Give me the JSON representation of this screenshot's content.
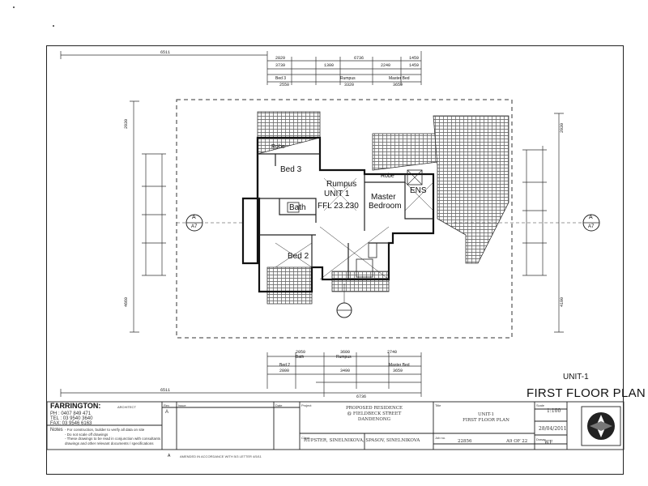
{
  "sheet": {
    "unit_label": "UNIT-1",
    "title": "FIRST FLOOR PLAN",
    "section_marks": [
      "A",
      "A"
    ],
    "section_sub": [
      "A7",
      "A7"
    ]
  },
  "rooms": {
    "bed3": "Bed 3",
    "robe_left": "Robe",
    "rumpus": "Rumpus",
    "unit": "UNIT 1",
    "ffl": "FFL 23.230",
    "bath": "Bath",
    "master": "Master",
    "bedroom": "Bedroom",
    "ens": "ENS",
    "robe_right": "Robe",
    "bed2": "Bed 2"
  },
  "top_dims": {
    "overall_left": "6511",
    "row1": [
      "2829",
      "6736",
      "1459"
    ],
    "row2": [
      "3739",
      "1300",
      "2240",
      "1459"
    ],
    "row3": [
      "Bed 3",
      "Rumpus",
      "Master Bed"
    ],
    "row4": [
      "2550",
      "3320",
      "3659"
    ]
  },
  "bottom_dims": {
    "row1": [
      "2050",
      "3600",
      "2740"
    ],
    "row2": [
      "Bath",
      "Rumpus"
    ],
    "row3": [
      "Bed 2",
      "Master Bed"
    ],
    "row4": [
      "2800",
      "3490",
      "3659"
    ],
    "overall_left": "6511",
    "overall_right": "6736"
  },
  "side_dims": {
    "left": [
      "2930",
      "4660"
    ],
    "right": [
      "2930",
      "4190"
    ]
  },
  "title_block": {
    "firm": "FARRINGTON:",
    "firm_sub": "ARCHITECT",
    "ph": "PH : 0407 849 471",
    "tel": "TEL : 03 9540 3640",
    "fax": "FAX: 03 9546 6163",
    "notes_label": "Notes",
    "notes": [
      "- For construction, builder to verify all data on site",
      "- Do not scale off drawings",
      "- These drawings to be read in conjunction with consultants",
      "  drawings and other relevant documents / specifications"
    ],
    "rev_label": "Rev",
    "rev": "A",
    "issue_label": "Issue",
    "date_label": "Date",
    "project_label": "Project",
    "project": [
      "PROPOSED RESIDENCE",
      "@ FIELDBECK STREET",
      "DANDENONG"
    ],
    "title_label": "Title",
    "drawing_title": [
      "UNIT-1",
      "FIRST FLOOR PLAN"
    ],
    "client_label": "Client",
    "client": "RUPSTER, SINELNIKOVA, SPASOV, SINELNIKOVA",
    "job_label": "Job no.",
    "job": "22856",
    "sheet_no": "A9 OF 22",
    "scale_label": "Scale",
    "scale": "1:100",
    "date_value": "28/04/2011",
    "drawn_label": "Drawn",
    "drawn": "WF",
    "footnote_mark": "A",
    "footnote": "AMENDED IN ACCORDANCE WITH 5/3 LETTER 4/5/11"
  }
}
